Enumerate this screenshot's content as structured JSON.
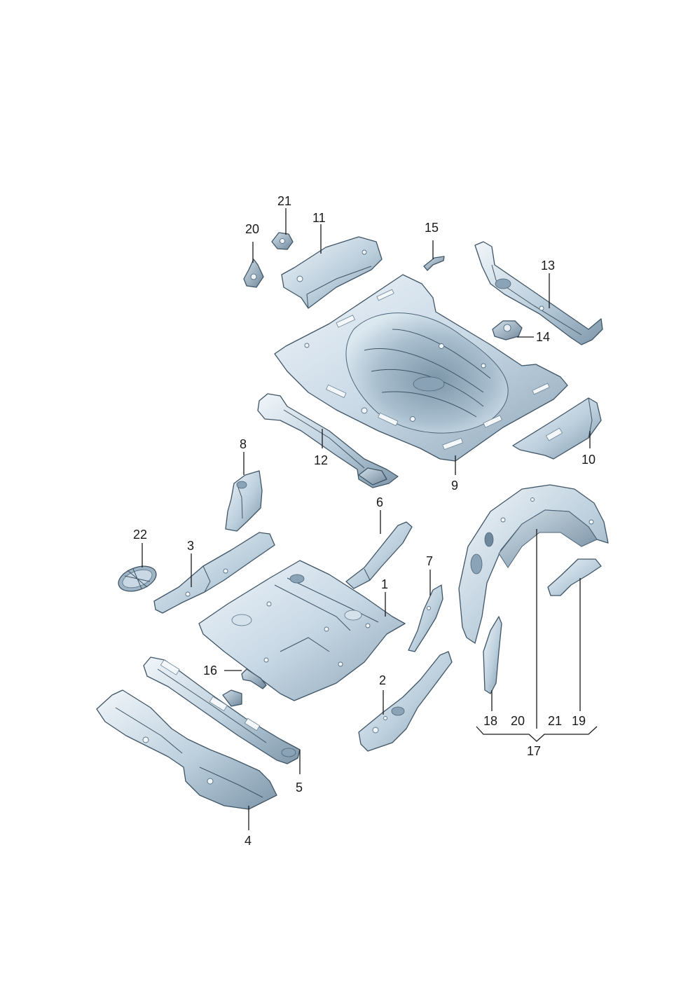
{
  "labels": {
    "p1": "1",
    "p2": "2",
    "p3": "3",
    "p4": "4",
    "p5": "5",
    "p6": "6",
    "p7": "7",
    "p8": "8",
    "p9": "9",
    "p10": "10",
    "p11": "11",
    "p12": "12",
    "p13": "13",
    "p14": "14",
    "p15": "15",
    "p16": "16",
    "p17": "17",
    "p18": "18",
    "p19": "19",
    "p20a": "20",
    "p20b": "20",
    "p21a": "21",
    "p21b": "21",
    "p22": "22"
  },
  "colors": {
    "part_light": "#e6eff6",
    "part_mid": "#b9ccdb",
    "part_dark": "#7f98ab",
    "outline": "#3f5566",
    "label": "#1a1a1a"
  }
}
